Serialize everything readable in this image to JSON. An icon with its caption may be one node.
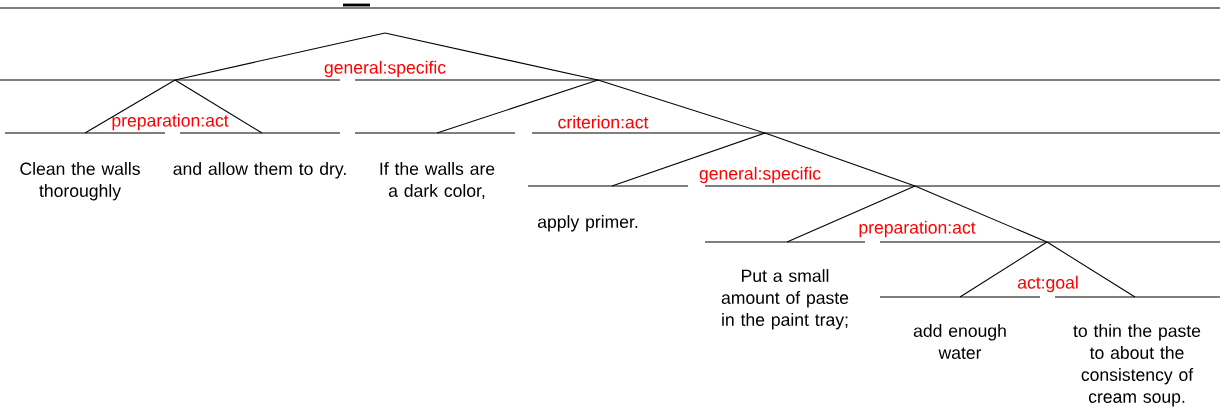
{
  "diagram": {
    "nodes": [
      {
        "text": [
          "general:specific"
        ]
      },
      {
        "text": [
          "preparation:act"
        ]
      },
      {
        "text": [
          "Clean the walls thoroughly"
        ]
      },
      {
        "text": [
          "and allow them to dry."
        ]
      },
      {
        "text": [
          "criterion:act"
        ]
      },
      {
        "text": [
          "If the walls are a dark color,"
        ]
      },
      {
        "text": [
          "general:specific"
        ]
      },
      {
        "text": [
          "apply primer."
        ]
      },
      {
        "text": [
          "preparation:act"
        ]
      },
      {
        "text": [
          "Put a small amount of paste in the paint tray;"
        ]
      },
      {
        "text": [
          "act:goal"
        ]
      },
      {
        "text": [
          "add enough water"
        ]
      },
      {
        "text": [
          "to thin the paste to about the consistency of cream soup."
        ]
      }
    ],
    "edges": [
      {
        "from": 0,
        "to": 1,
        "arrow": "none"
      },
      {
        "from": 0,
        "to": 4,
        "arrow": "none"
      },
      {
        "from": 1,
        "to": 2,
        "arrow": "none"
      },
      {
        "from": 1,
        "to": 3,
        "arrow": "none"
      },
      {
        "from": 4,
        "to": 5,
        "arrow": "none"
      },
      {
        "from": 4,
        "to": 6,
        "arrow": "none"
      },
      {
        "from": 6,
        "to": 7,
        "arrow": "none"
      },
      {
        "from": 6,
        "to": 8,
        "arrow": "none"
      },
      {
        "from": 8,
        "to": 9,
        "arrow": "none"
      },
      {
        "from": 8,
        "to": 10,
        "arrow": "none"
      },
      {
        "from": 10,
        "to": 11,
        "arrow": "none"
      },
      {
        "from": 10,
        "to": 12,
        "arrow": "none"
      }
    ]
  }
}
